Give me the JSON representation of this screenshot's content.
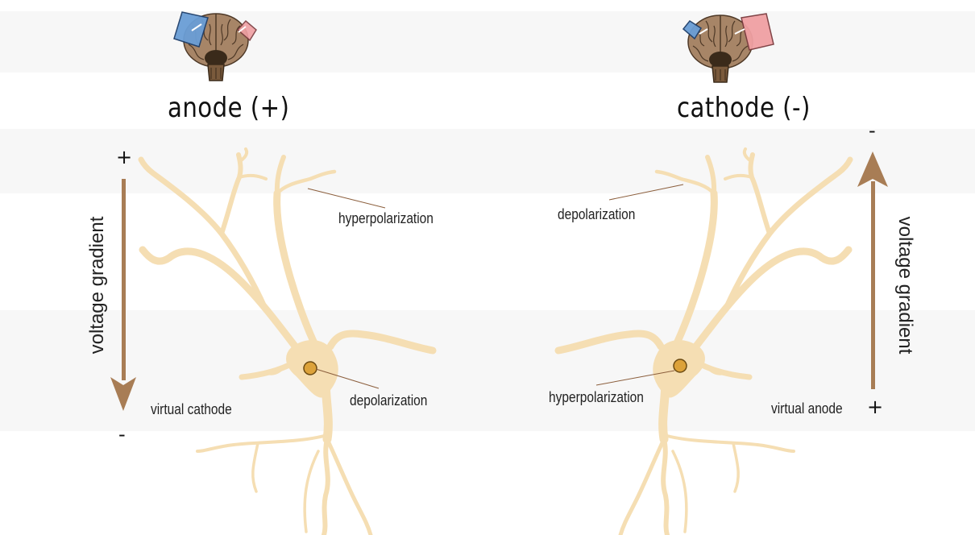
{
  "colors": {
    "neuron": "#f5deb3",
    "soma_nucleus": "#dca23a",
    "arrow": "#a87d55",
    "electrode_anode": "#6a9ed6",
    "electrode_cathode": "#f0a0a3",
    "brain": "#a78567",
    "leader_line": "#8b5e3c"
  },
  "left_panel": {
    "title": "anode (+)",
    "gradient_top_sign": "+",
    "gradient_bottom_sign": "-",
    "gradient_label": "voltage gradient",
    "arrow_direction": "down",
    "labels": {
      "dendrite": "hyperpolarization",
      "soma": "depolarization",
      "virtual_pole": "virtual cathode"
    },
    "icons": [
      "brain-icon",
      "anode-electrode-icon",
      "cathode-electrode-icon"
    ]
  },
  "right_panel": {
    "title": "cathode (-)",
    "gradient_top_sign": "-",
    "gradient_bottom_sign": "+",
    "gradient_label": "voltage gradient",
    "arrow_direction": "up",
    "labels": {
      "dendrite": "depolarization",
      "soma": "hyperpolarization",
      "virtual_pole": "virtual anode"
    },
    "icons": [
      "brain-icon",
      "cathode-electrode-icon",
      "anode-electrode-icon"
    ]
  }
}
